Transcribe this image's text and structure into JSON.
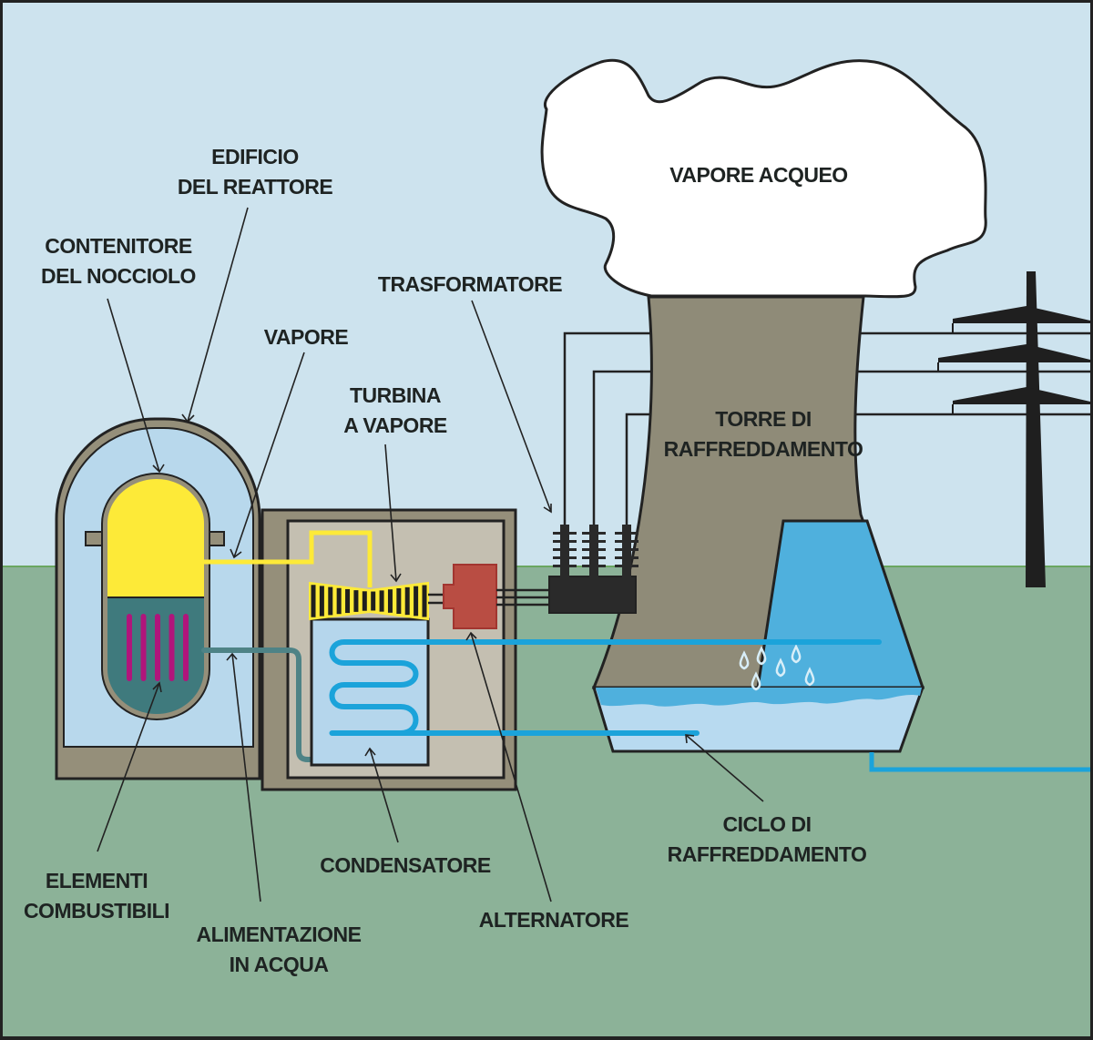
{
  "title": "Centrale nucleare - schema",
  "colors": {
    "sky": "#cde3ee",
    "ground": "#8cb298",
    "ground_line": "#6aa760",
    "wall": "#958f7a",
    "building_inner": "#b8d8ec",
    "steam_yellow": "#fdea38",
    "core_water": "#3f7a7d",
    "fuel_rods": "#b0157b",
    "feed_pipe": "#4e8386",
    "turbine_hall": "#c4bfb1",
    "condenser": "#b5d6ec",
    "cooling_pipe": "#1ba3da",
    "alternator": "#b94d43",
    "tower": "#8f8b78",
    "tower_water": "#4fb0dd",
    "basin": "#b8daf0",
    "cloud": "#ffffff",
    "outline": "#222222"
  },
  "labels": {
    "edificio_reattore": [
      "EDIFICIO",
      "DEL REATTORE"
    ],
    "contenitore_nocciolo": [
      "CONTENITORE",
      "DEL NOCCIOLO"
    ],
    "vapore": [
      "VAPORE"
    ],
    "turbina": [
      "TURBINA",
      "A VAPORE"
    ],
    "trasformatore": [
      "TRASFORMATORE"
    ],
    "vapore_acqueo": [
      "VAPORE ACQUEO"
    ],
    "torre": [
      "TORRE DI",
      "RAFFREDDAMENTO"
    ],
    "elementi": [
      "ELEMENTI",
      "COMBUSTIBILI"
    ],
    "alimentazione": [
      "ALIMENTAZIONE",
      "IN ACQUA"
    ],
    "condensatore": [
      "CONDENSATORE"
    ],
    "alternatore": [
      "ALTERNATORE"
    ],
    "ciclo": [
      "CICLO DI",
      "RAFFREDDAMENTO"
    ]
  },
  "fuel_rod_count": 5,
  "turbine_blade_count": 14,
  "transformer_bushing_count": 3,
  "water_drop_count": 6
}
